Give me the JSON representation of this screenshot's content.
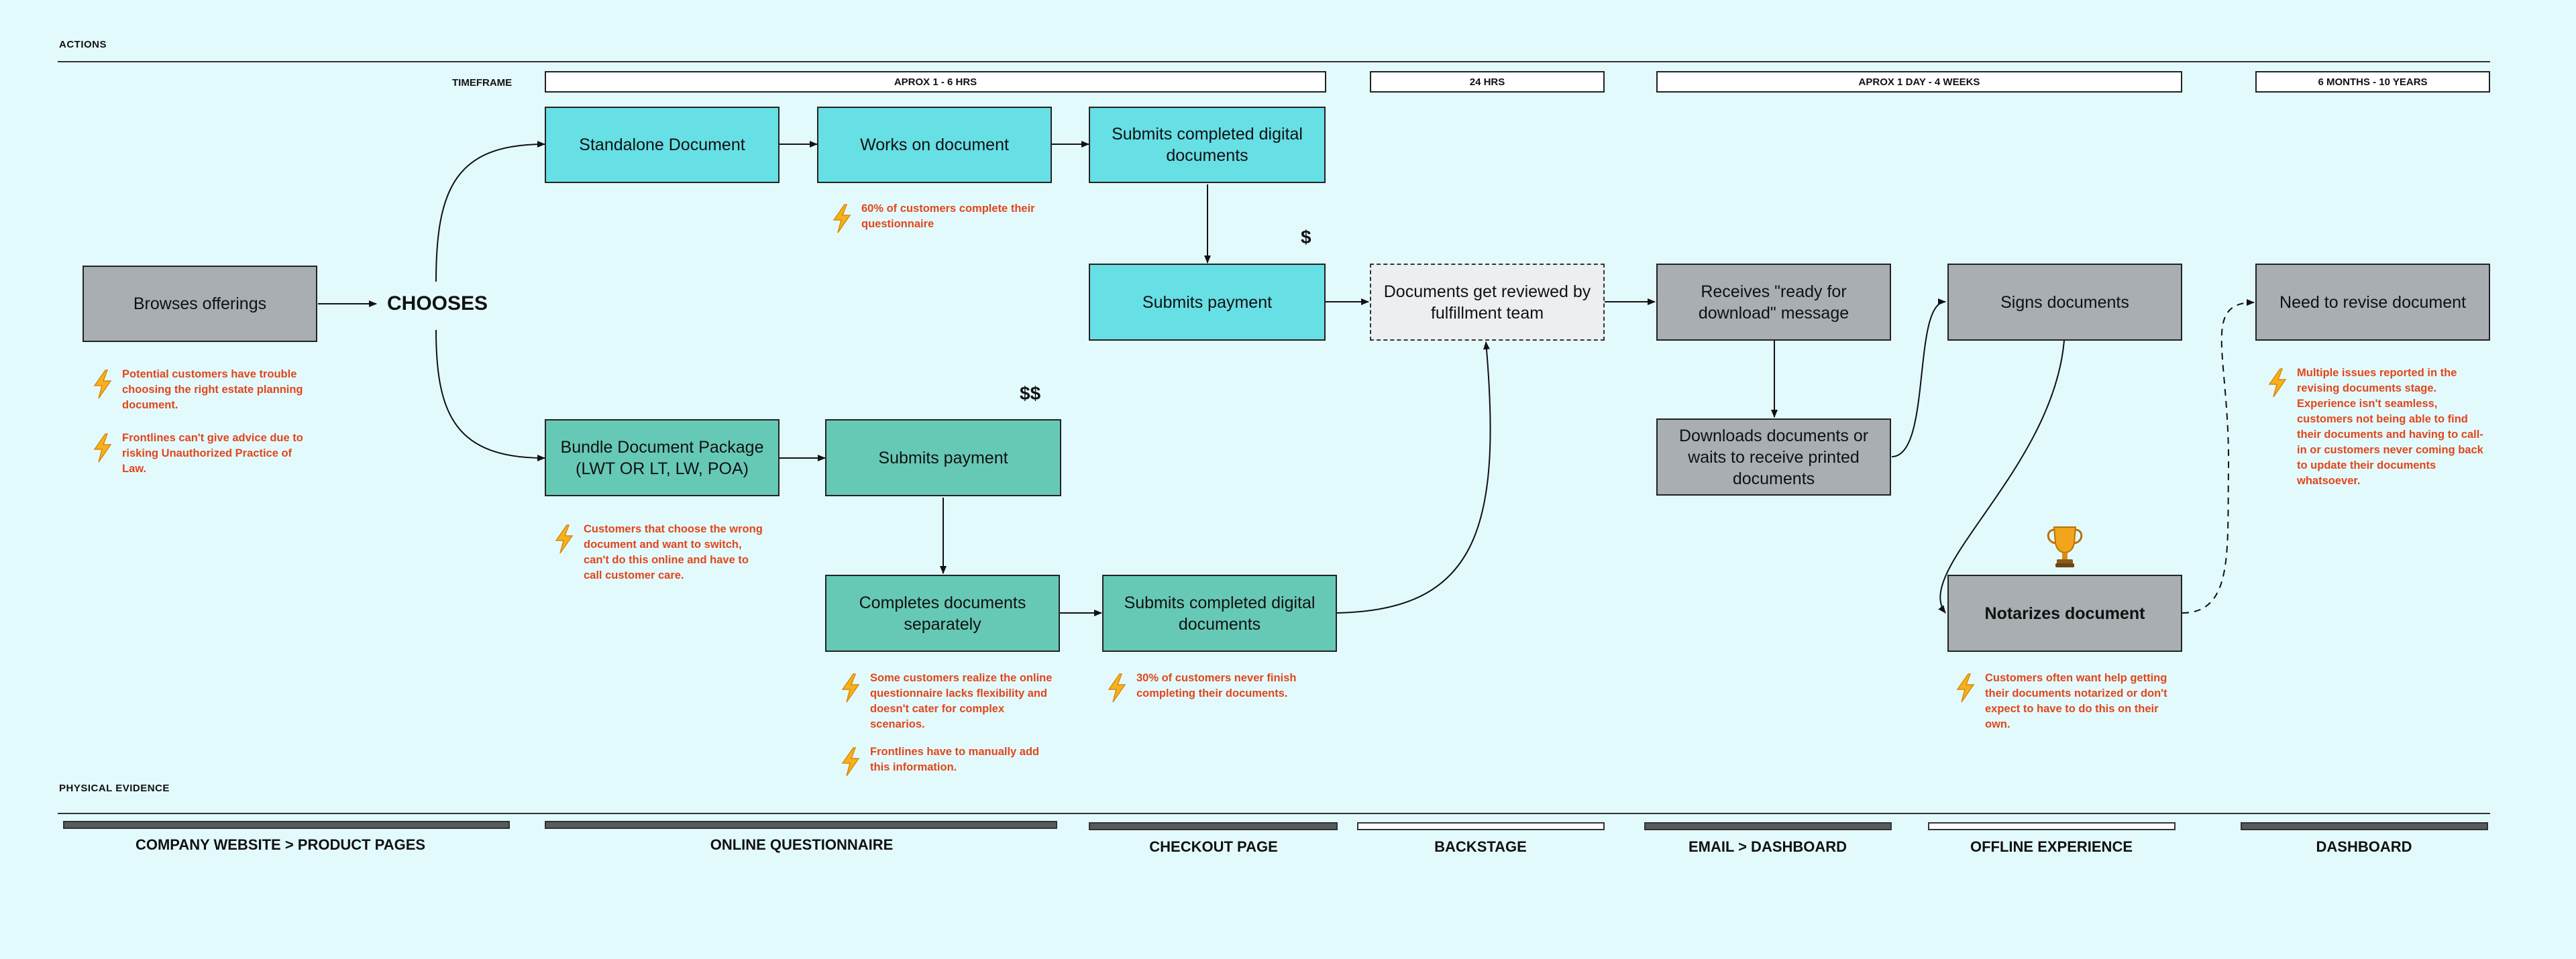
{
  "sections": {
    "actions": "ACTIONS",
    "physical_evidence": "PHYSICAL EVIDENCE"
  },
  "timeframe": {
    "label": "TIMEFRAME",
    "periods": [
      "APROX 1 - 6 HRS",
      "24 HRS",
      "APROX 1 DAY - 4 WEEKS",
      "6 MONTHS - 10 YEARS"
    ]
  },
  "steps": {
    "browses": "Browses offerings",
    "chooses": "CHOOSES",
    "standalone": "Standalone Document",
    "works": "Works on document",
    "submits_digital_top": "Submits completed digital documents",
    "submits_payment_top": "Submits payment",
    "bundle": "Bundle Document Package (LWT OR LT, LW, POA)",
    "submits_payment_bundle": "Submits payment",
    "completes_separately": "Completes documents separately",
    "submits_digital_bottom": "Submits completed digital documents",
    "reviewed": "Documents get reviewed by fulfillment team",
    "receives_ready": "Receives \"ready for download\" message",
    "downloads": "Downloads documents or waits to receive printed documents",
    "signs": "Signs documents",
    "notarizes": "Notarizes document",
    "revise": "Need to revise document"
  },
  "prices": {
    "single": "$",
    "double": "$$"
  },
  "pain_points": {
    "browse_1": "Potential customers have trouble choosing the right estate planning document.",
    "browse_2": "Frontlines can't give advice due to risking Unauthorized Practice of Law.",
    "works": "60% of customers complete their questionnaire",
    "bundle": "Customers that choose the wrong document and want to switch, can't do this online and have to call customer care.",
    "separately_1": "Some customers realize the online questionnaire lacks flexibility and doesn't cater for complex scenarios.",
    "separately_2": "Frontlines have to manually add this information.",
    "submits_bottom": "30% of customers never finish completing their documents.",
    "notarize": "Customers often want help getting their documents notarized or don't expect to have to do this on their own.",
    "revise": "Multiple issues reported in the revising documents stage. Experience isn't seamless, customers not being able to find their documents and having to call-in or customers never coming back to update their documents whatsoever."
  },
  "evidence": [
    {
      "label": "COMPANY WEBSITE > PRODUCT PAGES",
      "style": "dark"
    },
    {
      "label": "ONLINE QUESTIONNAIRE",
      "style": "dark"
    },
    {
      "label": "CHECKOUT PAGE",
      "style": "dark"
    },
    {
      "label": "BACKSTAGE",
      "style": "light"
    },
    {
      "label": "EMAIL > DASHBOARD",
      "style": "dark"
    },
    {
      "label": "OFFLINE EXPERIENCE",
      "style": "light"
    },
    {
      "label": "DASHBOARD",
      "style": "dark"
    }
  ],
  "colors": {
    "background": "#e3fafd",
    "gray_step": "#a8aeb1",
    "cyan_step": "#66dfe5",
    "teal_step": "#66c9b6",
    "pain_text": "#e2461b",
    "bolt": "#f6b21a"
  },
  "icons": {
    "pain_point": "lightning-bolt-icon",
    "success": "trophy-icon"
  }
}
